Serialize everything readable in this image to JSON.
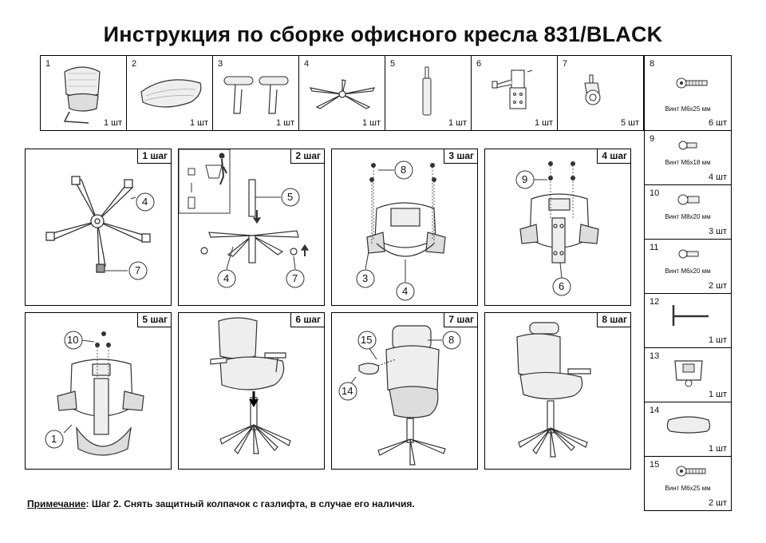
{
  "title": "Инструкция по сборке офисного кресла 831/BLACK",
  "parts": [
    {
      "num": "1",
      "qty": "1 шт",
      "icon": "backrest-icon"
    },
    {
      "num": "2",
      "qty": "1 шт",
      "icon": "seat-icon"
    },
    {
      "num": "3",
      "qty": "1 шт",
      "icon": "armrests-icon"
    },
    {
      "num": "4",
      "qty": "1 шт",
      "icon": "base-icon"
    },
    {
      "num": "5",
      "qty": "1 шт",
      "icon": "gas-lift-icon"
    },
    {
      "num": "6",
      "qty": "1 шт",
      "icon": "mechanism-icon"
    },
    {
      "num": "7",
      "qty": "5 шт",
      "icon": "caster-icon"
    }
  ],
  "side_parts": [
    {
      "num": "8",
      "label": "Винт М6х25 мм",
      "qty": "6 шт",
      "icon": "screw-icon"
    },
    {
      "num": "9",
      "label": "Винт М6х18 мм",
      "qty": "4 шт",
      "icon": "screw-icon"
    },
    {
      "num": "10",
      "label": "Винт М8х20 мм",
      "qty": "3 шт",
      "icon": "screw-icon"
    },
    {
      "num": "11",
      "label": "Винт М6х20 мм",
      "qty": "2 шт",
      "icon": "screw-icon"
    },
    {
      "num": "12",
      "label": "",
      "qty": "1 шт",
      "icon": "hex-key-icon"
    },
    {
      "num": "13",
      "label": "",
      "qty": "1 шт",
      "icon": "bracket-icon"
    },
    {
      "num": "14",
      "label": "",
      "qty": "1 шт",
      "icon": "headrest-icon"
    },
    {
      "num": "15",
      "label": "Винт М6х25 мм",
      "qty": "2 шт",
      "icon": "screw-icon"
    }
  ],
  "steps": [
    {
      "tag": "1 шаг",
      "callouts": [
        "4",
        "7"
      ]
    },
    {
      "tag": "2 шаг",
      "callouts": [
        "5",
        "4",
        "7"
      ]
    },
    {
      "tag": "3 шаг",
      "callouts": [
        "8",
        "3",
        "4"
      ]
    },
    {
      "tag": "4 шаг",
      "callouts": [
        "9",
        "6"
      ]
    },
    {
      "tag": "5 шаг",
      "callouts": [
        "10",
        "1"
      ]
    },
    {
      "tag": "6 шаг",
      "callouts": []
    },
    {
      "tag": "7 шаг",
      "callouts": [
        "15",
        "8",
        "14"
      ]
    },
    {
      "tag": "8 шаг",
      "callouts": []
    }
  ],
  "note": {
    "label": "Примечание",
    "text": ": Шаг 2. Снять защитный колпачок с газлифта, в случае его наличия."
  }
}
